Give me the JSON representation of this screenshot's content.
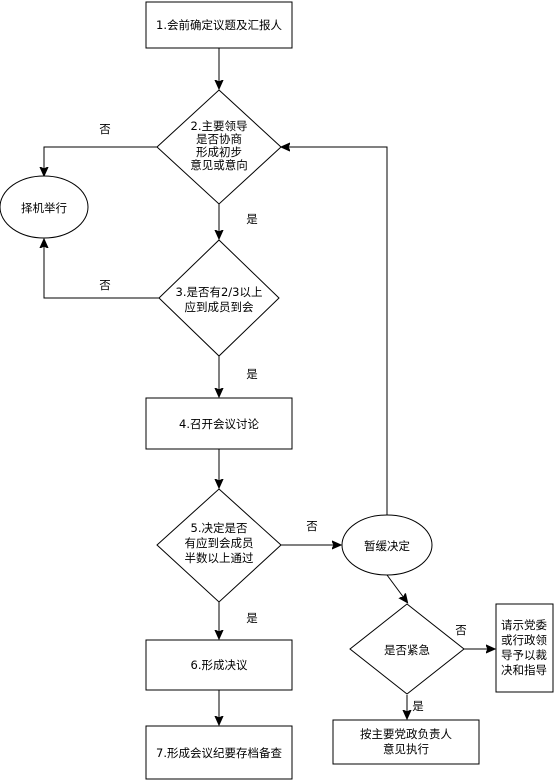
{
  "nodes": {
    "n1": {
      "text": [
        "1.会前确定议题及汇报人"
      ]
    },
    "n2": {
      "text": [
        "2.主要领导",
        "是否协商",
        "形成初步",
        "意见或意向"
      ]
    },
    "n3": {
      "text": [
        "3.是否有2/3以上",
        "应到成员到会"
      ]
    },
    "n4": {
      "text": [
        "4.召开会议讨论"
      ]
    },
    "n5": {
      "text": [
        "5.决定是否",
        "有应到会成员",
        "半数以上通过"
      ]
    },
    "n6": {
      "text": [
        "6.形成决议"
      ]
    },
    "n7": {
      "text": [
        "7.形成会议纪要存档备查"
      ]
    },
    "choose": {
      "text": [
        "择机举行"
      ]
    },
    "postpone": {
      "text": [
        "暂缓决定"
      ]
    },
    "urgent": {
      "text": [
        "是否紧急"
      ]
    },
    "request": {
      "text": [
        "请示党委",
        "或行政领",
        "导予以裁",
        "决和指导"
      ]
    },
    "execute": {
      "text": [
        "按主要党政负责人",
        "意见执行"
      ]
    }
  },
  "edge_labels": {
    "n2_no": "否",
    "n2_yes": "是",
    "n3_no": "否",
    "n3_yes": "是",
    "n5_no": "否",
    "n5_yes": "是",
    "urgent_no": "否",
    "urgent_yes": "是"
  }
}
